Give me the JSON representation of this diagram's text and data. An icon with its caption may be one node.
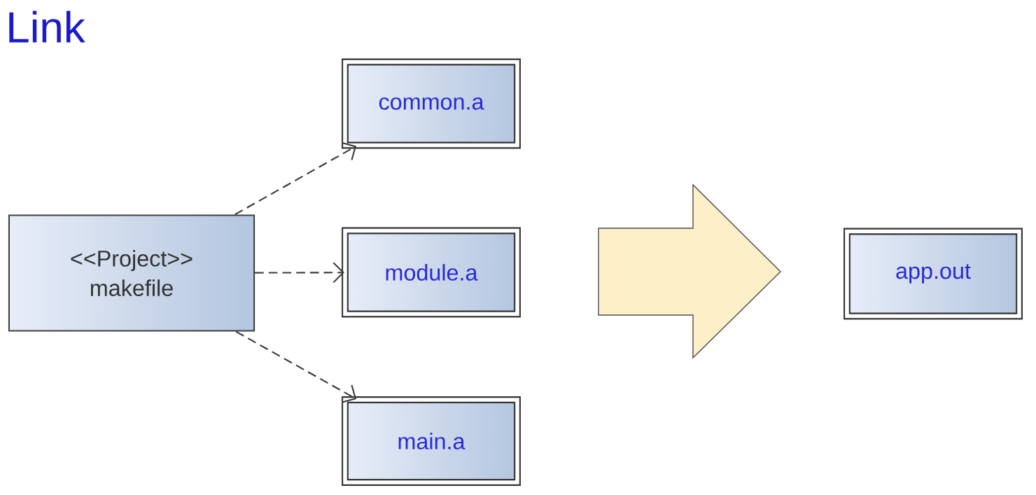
{
  "diagram": {
    "title": "Link",
    "nodes": [
      {
        "text": [
          "<<Project>> makefile"
        ]
      },
      {
        "text": [
          "common.a"
        ]
      },
      {
        "text": [
          "module.a"
        ]
      },
      {
        "text": [
          "main.a"
        ]
      },
      {
        "text": [],
        "shape": "arrow"
      },
      {
        "text": [
          "app.out"
        ]
      }
    ],
    "edges": [
      {
        "from": 0,
        "to": 1,
        "arrow": "to",
        "style": "dashed"
      },
      {
        "from": 0,
        "to": 2,
        "arrow": "to",
        "style": "dashed"
      },
      {
        "from": 0,
        "to": 3,
        "arrow": "to",
        "style": "dashed"
      }
    ]
  }
}
